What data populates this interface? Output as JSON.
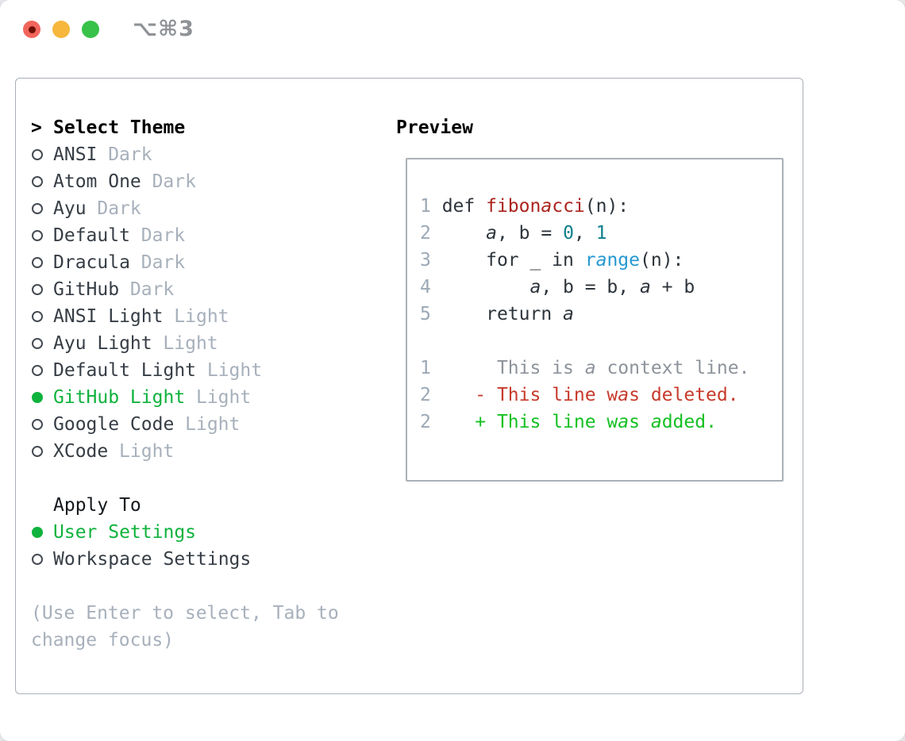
{
  "window": {
    "shortcut_label": "⌥⌘3",
    "traffic_lights": [
      "close",
      "minimize",
      "zoom"
    ]
  },
  "colors": {
    "selected_green": "#0fb23c",
    "added_green": "#14c022",
    "deleted_red": "#c73a2c",
    "function_red": "#ab231d",
    "number_teal": "#0c7f8c",
    "builtin_blue": "#2698d1",
    "muted_gray": "#a7b0bb",
    "context_gray": "#8d939b",
    "border_gray": "#a9b0b7"
  },
  "theme_select": {
    "header_marker": ">",
    "header_label": "Select Theme",
    "items": [
      {
        "name": "ANSI",
        "variant": "Dark",
        "selected": false
      },
      {
        "name": "Atom One",
        "variant": "Dark",
        "selected": false
      },
      {
        "name": "Ayu",
        "variant": "Dark",
        "selected": false
      },
      {
        "name": "Default",
        "variant": "Dark",
        "selected": false
      },
      {
        "name": "Dracula",
        "variant": "Dark",
        "selected": false
      },
      {
        "name": "GitHub",
        "variant": "Dark",
        "selected": false
      },
      {
        "name": "ANSI Light",
        "variant": "Light",
        "selected": false
      },
      {
        "name": "Ayu Light",
        "variant": "Light",
        "selected": false
      },
      {
        "name": "Default Light",
        "variant": "Light",
        "selected": false
      },
      {
        "name": "GitHub Light",
        "variant": "Light",
        "selected": true
      },
      {
        "name": "Google Code",
        "variant": "Light",
        "selected": false
      },
      {
        "name": "XCode",
        "variant": "Light",
        "selected": false
      }
    ],
    "apply_to_label": "Apply To",
    "apply_to_options": [
      {
        "name": "User Settings",
        "selected": true
      },
      {
        "name": "Workspace Settings",
        "selected": false
      }
    ],
    "help_lines": [
      "(Use Enter to select, Tab to",
      "change focus)"
    ]
  },
  "preview": {
    "title": "Preview",
    "lines": [
      {
        "n": "1",
        "seg": [
          [
            " def ",
            "code"
          ],
          [
            "fibonacci",
            "func"
          ],
          [
            "(n):",
            "code"
          ]
        ]
      },
      {
        "n": "2",
        "seg": [
          [
            "     a, b = ",
            "code"
          ],
          [
            "0",
            "num"
          ],
          [
            ", ",
            "code"
          ],
          [
            "1",
            "num"
          ]
        ]
      },
      {
        "n": "3",
        "seg": [
          [
            "     for _ in ",
            "code"
          ],
          [
            "range",
            "builtin"
          ],
          [
            "(n):",
            "code"
          ]
        ]
      },
      {
        "n": "4",
        "seg": [
          [
            "         a, b = b, a + b",
            "code"
          ]
        ]
      },
      {
        "n": "5",
        "seg": [
          [
            "     return a",
            "code"
          ]
        ]
      },
      {
        "n": "",
        "seg": []
      },
      {
        "n": "1",
        "seg": [
          [
            "      This is a context line.",
            "context"
          ]
        ]
      },
      {
        "n": "2",
        "seg": [
          [
            "    - This line was deleted.",
            "deleted"
          ]
        ]
      },
      {
        "n": "2",
        "seg": [
          [
            "    + This line was added.",
            "added"
          ]
        ]
      }
    ]
  }
}
